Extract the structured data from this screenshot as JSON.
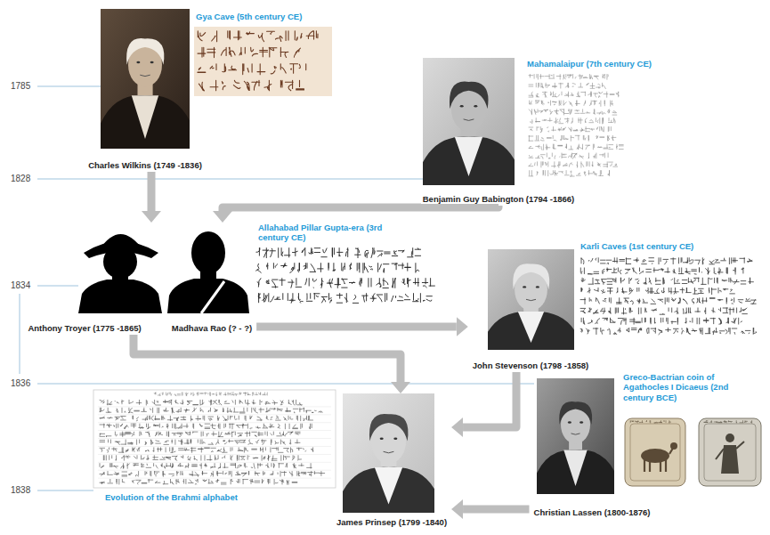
{
  "diagram": {
    "nodes": [
      {
        "text": [
          "Charles Wilkins (1749 -1836)"
        ]
      },
      {
        "text": [
          "Benjamin Guy Babington (1794 -1866)"
        ]
      },
      {
        "text": [
          "Anthony Troyer (1775 -1865)"
        ]
      },
      {
        "text": [
          "Madhava Rao (? - ?)"
        ]
      },
      {
        "text": [
          "John Stevenson (1798 -1858)"
        ]
      },
      {
        "text": [
          "James Prinsep (1799 -1840)"
        ]
      },
      {
        "text": [
          "Christian Lassen (1800-1876)"
        ]
      }
    ],
    "edges": [
      {
        "from": 0,
        "to": 2,
        "arrow": "to"
      },
      {
        "from": 1,
        "to": 3,
        "arrow": "to"
      },
      {
        "from": 3,
        "to": 4,
        "arrow": "to"
      },
      {
        "from": 2,
        "to": 5,
        "arrow": "to"
      },
      {
        "from": 4,
        "to": 5,
        "arrow": "to"
      },
      {
        "from": 6,
        "to": 5,
        "arrow": "to"
      }
    ],
    "labels": [
      "1785",
      "Gya Cave (5th century CE)",
      "Mahamalaipur (7th century CE)",
      "1828",
      "Allahabad Pillar Gupta-era (3rd century CE)",
      "Karli Caves (1st century CE)",
      "1834",
      "1836",
      "Greco-Bactrian coin of Agathocles I Dicaeus (2nd century BCE)",
      "1838",
      "Evolution of the Brahmi alphabet"
    ]
  }
}
